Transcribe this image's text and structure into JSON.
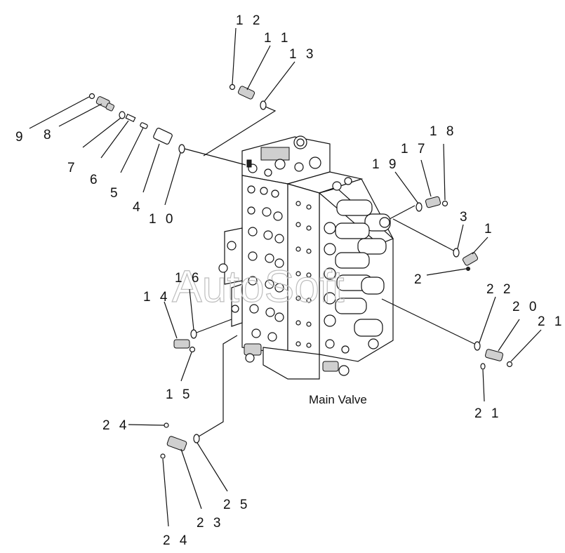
{
  "diagram": {
    "caption": "Main Valve",
    "watermark": "AutoSoft",
    "callouts": [
      {
        "id": "c1",
        "text": "1"
      },
      {
        "id": "c2",
        "text": "2"
      },
      {
        "id": "c3",
        "text": "3"
      },
      {
        "id": "c4",
        "text": "4"
      },
      {
        "id": "c5",
        "text": "5"
      },
      {
        "id": "c6",
        "text": "6"
      },
      {
        "id": "c7",
        "text": "7"
      },
      {
        "id": "c8",
        "text": "8"
      },
      {
        "id": "c9",
        "text": "9"
      },
      {
        "id": "c10",
        "text": "1 0"
      },
      {
        "id": "c11",
        "text": "1 1"
      },
      {
        "id": "c12",
        "text": "1 2"
      },
      {
        "id": "c13",
        "text": "1 3"
      },
      {
        "id": "c14",
        "text": "1 4"
      },
      {
        "id": "c15",
        "text": "1 5"
      },
      {
        "id": "c16",
        "text": "1 6"
      },
      {
        "id": "c17",
        "text": "1 7"
      },
      {
        "id": "c18",
        "text": "1 8"
      },
      {
        "id": "c19",
        "text": "1 9"
      },
      {
        "id": "c20",
        "text": "2 0"
      },
      {
        "id": "c21a",
        "text": "2 1"
      },
      {
        "id": "c21b",
        "text": "2 1"
      },
      {
        "id": "c22",
        "text": "2 2"
      },
      {
        "id": "c23",
        "text": "2 3"
      },
      {
        "id": "c24a",
        "text": "2 4"
      },
      {
        "id": "c24b",
        "text": "2 4"
      },
      {
        "id": "c25",
        "text": "2 5"
      }
    ]
  }
}
